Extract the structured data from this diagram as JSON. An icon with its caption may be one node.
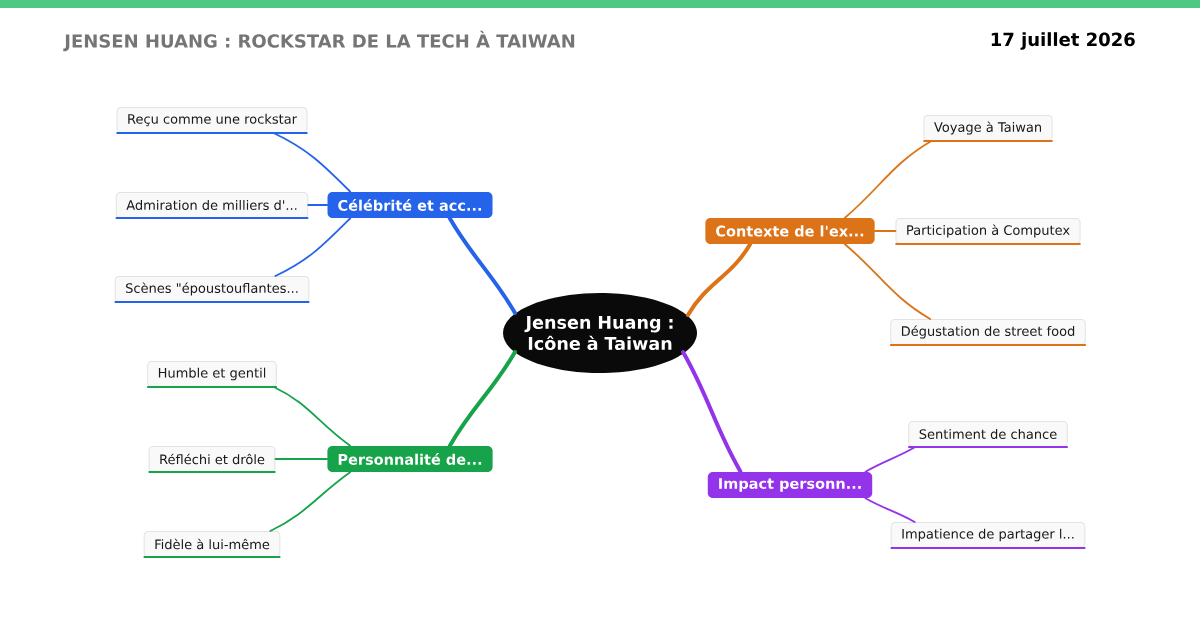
{
  "diagram": {
    "title": "JENSEN HUANG : ROCKSTAR DE LA TECH À TAIWAN",
    "nodes": [
      {
        "text": [
          "Jensen Huang : Icône à Taiwan"
        ]
      },
      {
        "text": [
          "Célébrité et acc..."
        ]
      },
      {
        "text": [
          "Reçu comme une rockstar"
        ]
      },
      {
        "text": [
          "Admiration de milliers d'..."
        ]
      },
      {
        "text": [
          "Scènes \"époustouflantes..."
        ]
      },
      {
        "text": [
          "Contexte de l'ex..."
        ]
      },
      {
        "text": [
          "Voyage à Taiwan"
        ]
      },
      {
        "text": [
          "Participation à Computex"
        ]
      },
      {
        "text": [
          "Dégustation de street food"
        ]
      },
      {
        "text": [
          "Personnalité de..."
        ]
      },
      {
        "text": [
          "Humble et gentil"
        ]
      },
      {
        "text": [
          "Réfléchi et drôle"
        ]
      },
      {
        "text": [
          "Fidèle à lui-même"
        ]
      },
      {
        "text": [
          "Impact personn..."
        ]
      },
      {
        "text": [
          "Sentiment de chance"
        ]
      },
      {
        "text": [
          "Impatience de partager l..."
        ]
      }
    ],
    "edges": [
      {
        "from": 0,
        "to": 1,
        "arrow": "none",
        "style": "thick",
        "color": "#2563eb"
      },
      {
        "from": 1,
        "to": 2,
        "arrow": "none",
        "color": "#2563eb"
      },
      {
        "from": 1,
        "to": 3,
        "arrow": "none",
        "color": "#2563eb"
      },
      {
        "from": 1,
        "to": 4,
        "arrow": "none",
        "color": "#2563eb"
      },
      {
        "from": 0,
        "to": 5,
        "arrow": "none",
        "style": "thick",
        "color": "#dc7318"
      },
      {
        "from": 5,
        "to": 6,
        "arrow": "none",
        "color": "#dc7318"
      },
      {
        "from": 5,
        "to": 7,
        "arrow": "none",
        "color": "#dc7318"
      },
      {
        "from": 5,
        "to": 8,
        "arrow": "none",
        "color": "#dc7318"
      },
      {
        "from": 0,
        "to": 9,
        "arrow": "none",
        "style": "thick",
        "color": "#16a34a"
      },
      {
        "from": 9,
        "to": 10,
        "arrow": "none",
        "color": "#16a34a"
      },
      {
        "from": 9,
        "to": 11,
        "arrow": "none",
        "color": "#16a34a"
      },
      {
        "from": 9,
        "to": 12,
        "arrow": "none",
        "color": "#16a34a"
      },
      {
        "from": 0,
        "to": 13,
        "arrow": "none",
        "style": "thick",
        "color": "#9333ea"
      },
      {
        "from": 13,
        "to": 14,
        "arrow": "none",
        "color": "#9333ea"
      },
      {
        "from": 13,
        "to": 15,
        "arrow": "none",
        "color": "#9333ea"
      }
    ],
    "labels": [
      "17 juillet 2026"
    ]
  }
}
